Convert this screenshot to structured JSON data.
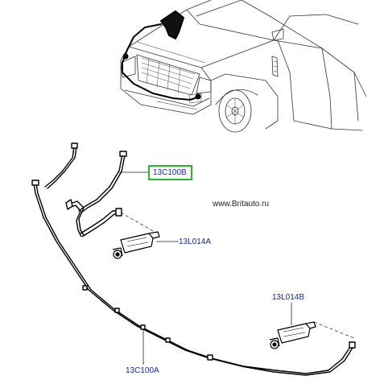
{
  "watermark": "www.Britauto.ru",
  "parts": [
    {
      "id": "13C100B",
      "highlighted": true
    },
    {
      "id": "13L014A",
      "highlighted": false
    },
    {
      "id": "13L014B",
      "highlighted": false
    },
    {
      "id": "13C100A",
      "highlighted": false
    }
  ],
  "colors": {
    "label": "#1a2a8c",
    "highlight": "#2bb52b",
    "line": "#222222",
    "hose": "#000000"
  }
}
